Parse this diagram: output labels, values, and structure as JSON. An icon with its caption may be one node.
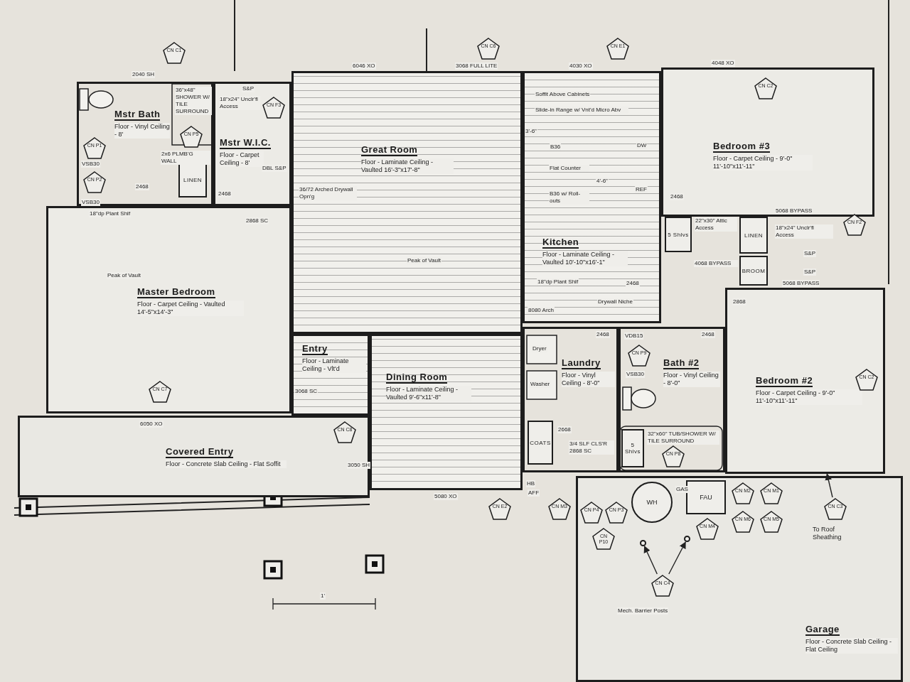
{
  "diagram": {
    "nodes": [
      {
        "text": [
          "Mstr Bath",
          "Floor - Vinyl Ceiling - 8'"
        ]
      },
      {
        "text": [
          "Mstr W.I.C.",
          "Floor - Carpet Ceiling - 8'"
        ]
      },
      {
        "text": [
          "Great Room",
          "Floor - Laminate Ceiling - Vaulted 16'-3\"x17'-8\""
        ]
      },
      {
        "text": [
          "Kitchen",
          "Floor - Laminate Ceiling - Vaulted 10'-10\"x16'-1\""
        ]
      },
      {
        "text": [
          "Bedroom #3",
          "Floor - Carpet Ceiling - 9'-0\" 11'-10\"x11'-11\""
        ]
      },
      {
        "text": [
          "Master Bedroom",
          "Floor - Carpet Ceiling - Vaulted 14'-5\"x14'-3\""
        ]
      },
      {
        "text": [
          "Entry",
          "Floor - Laminate Ceiling - Vlt'd"
        ]
      },
      {
        "text": [
          "Dining Room",
          "Floor - Laminate Ceiling - Vaulted 9'-6\"x11'-8\""
        ]
      },
      {
        "text": [
          "Laundry",
          "Floor - Vinyl Ceiling - 8'-0\""
        ]
      },
      {
        "text": [
          "Bath #2",
          "Floor - Vinyl Ceiling - 8'-0\""
        ]
      },
      {
        "text": [
          "Bedroom #2",
          "Floor - Carpet Ceiling - 9'-0\" 11'-10\"x11'-11\""
        ]
      },
      {
        "text": [
          "Covered Entry",
          "Floor - Concrete Slab Ceiling - Flat Soffit"
        ]
      },
      {
        "text": [
          "Garage",
          "Floor - Concrete Slab Ceiling - Flat Ceiling"
        ]
      },
      {
        "text": [
          "LINEN"
        ],
        "in": 0
      },
      {
        "text": [
          "LINEN"
        ]
      },
      {
        "text": [
          "BROOM"
        ]
      },
      {
        "text": [
          "COATS"
        ],
        "in": 8
      },
      {
        "text": [
          "5 Shlvs"
        ]
      },
      {
        "text": [
          "5 Shlvs"
        ],
        "in": 9
      },
      {
        "text": [
          "WH"
        ],
        "in": 12
      },
      {
        "text": [
          "FAU"
        ],
        "in": 12
      },
      {
        "text": [
          "CN C1"
        ]
      },
      {
        "text": [
          "CN C6"
        ]
      },
      {
        "text": [
          "CN E1"
        ]
      },
      {
        "text": [
          "CN C2"
        ],
        "in": 4
      },
      {
        "text": [
          "CN P5"
        ],
        "in": 0
      },
      {
        "text": [
          "CN P1"
        ],
        "in": 0
      },
      {
        "text": [
          "CN P2"
        ],
        "in": 0
      },
      {
        "text": [
          "CN F3"
        ],
        "in": 1
      },
      {
        "text": [
          "CN F2"
        ]
      },
      {
        "text": [
          "CN C7"
        ],
        "in": 5
      },
      {
        "text": [
          "CN C8"
        ],
        "in": 11
      },
      {
        "text": [
          "CN C2"
        ],
        "in": 10
      },
      {
        "text": [
          "CN P9"
        ],
        "in": 9
      },
      {
        "text": [
          "CN P8"
        ],
        "in": 9
      },
      {
        "text": [
          "CN E2"
        ]
      },
      {
        "text": [
          "CN M3"
        ]
      },
      {
        "text": [
          "CN P4"
        ],
        "in": 12
      },
      {
        "text": [
          "CN P3"
        ],
        "in": 12
      },
      {
        "text": [
          "CN P10"
        ],
        "in": 12
      },
      {
        "text": [
          "CN M4"
        ],
        "in": 12
      },
      {
        "text": [
          "CN M2"
        ],
        "in": 12
      },
      {
        "text": [
          "CN M1"
        ],
        "in": 12
      },
      {
        "text": [
          "CN M6"
        ],
        "in": 12
      },
      {
        "text": [
          "CN M5"
        ],
        "in": 12
      },
      {
        "text": [
          "CN C3"
        ],
        "in": 12,
        "beside": [
          "To Roof Sheathing"
        ]
      },
      {
        "text": [
          "CN C4"
        ],
        "in": 12
      },
      {
        "text": [],
        "shape": "circle",
        "in": 12
      },
      {
        "text": [],
        "shape": "circle",
        "in": 12
      }
    ],
    "edges": [
      {
        "from": 46,
        "to": 47,
        "arrow": "to"
      },
      {
        "from": 46,
        "to": 48,
        "arrow": "to"
      },
      {
        "from": 45,
        "to": 10,
        "arrow": "to"
      }
    ],
    "labels": [
      "2040 SH",
      "6046 XO",
      "3068 FULL LITE",
      "4030 XO",
      "4048 XO",
      "S&P",
      "18\"x24\" Unclr'fl Access",
      "DBL S&P",
      "36\"x48\" SHOWER W/ TILE SURROUND",
      "2x6 PLMB'G WALL",
      "VSB30",
      "VSB30",
      "2468",
      "2468",
      "18\"dp Plant Shlf",
      "2868 SC",
      "36/72 Arched Drywall Opn'g",
      "Peak of Vault",
      "Soffit Above Cabinets",
      "Slide-in Range w/ Vnt'd Micro Abv",
      "3'-6\"",
      "B36",
      "Flat Counter",
      "B36 w/ Roll-outs",
      "4'-6\"",
      "DW",
      "REF",
      "2468",
      "18\"dp Plant Shlf",
      "Peak of Vault",
      "Drywall Niche",
      "22\"x30\" Attic Access",
      "4068 BYPASS",
      "5068 BYPASS",
      "18\"x24\" Unclr'fl Access",
      "S&P",
      "S&P",
      "5068 BYPASS",
      "2468",
      "2868",
      "8080 Arch",
      "3068 SC",
      "6050 XO",
      "3050 SH",
      "5080 XO",
      "Dryer",
      "Washer",
      "2468",
      "VDB15",
      "VSB30",
      "2468",
      "2668",
      "3/4 SLF CLS'R 2868 SC",
      "32\"x60\" TUB/SHOWER W/ TILE SURROUND",
      "HB",
      "AFF",
      "GAS",
      "Mech. Barrier Posts",
      "1'"
    ]
  }
}
